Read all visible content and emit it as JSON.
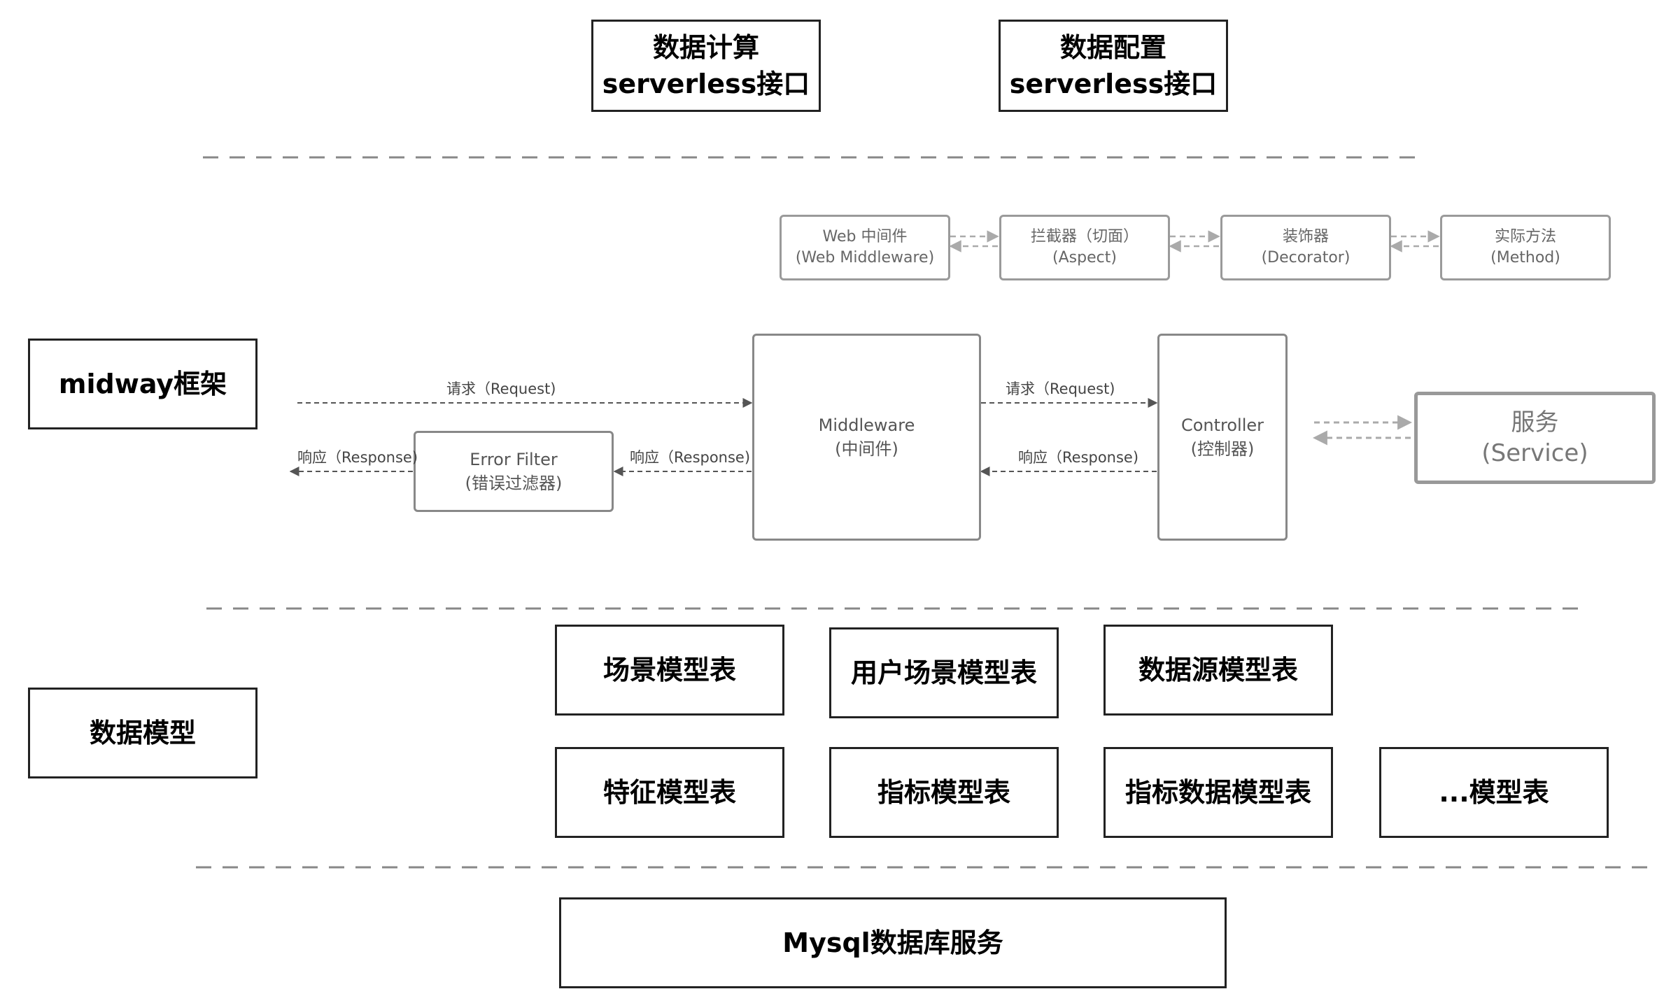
{
  "top": {
    "calc_line1": "数据计算",
    "calc_line2": "serverless接口",
    "config_line1": "数据配置",
    "config_line2": "serverless接口"
  },
  "framework": {
    "title": "midway框架",
    "pipeline": [
      {
        "line1": "Web 中间件",
        "line2": "(Web Middleware)"
      },
      {
        "line1": "拦截器（切面）",
        "line2": "(Aspect)"
      },
      {
        "line1": "装饰器",
        "line2": "(Decorator)"
      },
      {
        "line1": "实际方法",
        "line2": "(Method)"
      }
    ],
    "middleware": {
      "line1": "Middleware",
      "line2": "(中间件)"
    },
    "controller": {
      "line1": "Controller",
      "line2": "(控制器)"
    },
    "service": {
      "line1": "服务",
      "line2": "(Service)"
    },
    "error_filter": {
      "line1": "Error Filter",
      "line2": "(错误过滤器)"
    },
    "request_label": "请求（Request)",
    "response_label": "响应（Response)"
  },
  "model": {
    "title": "数据模型",
    "tables_row1": [
      "场景模型表",
      "用户场景模型表",
      "数据源模型表"
    ],
    "tables_row2": [
      "特征模型表",
      "指标模型表",
      "指标数据模型表",
      "...模型表"
    ]
  },
  "database": {
    "label": "Mysql数据库服务"
  }
}
